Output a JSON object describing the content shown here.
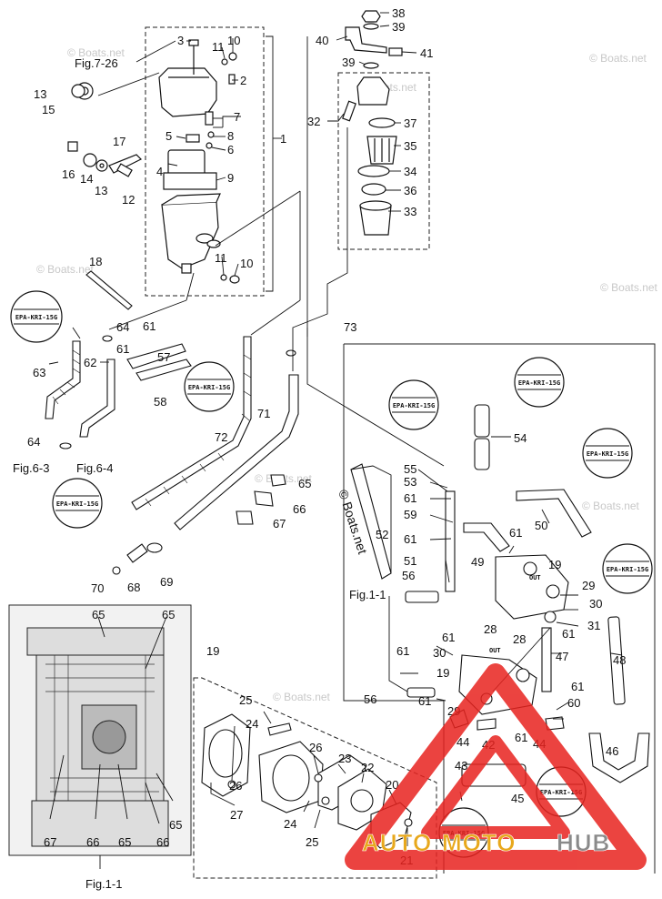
{
  "diagram": {
    "callouts": [
      {
        "id": "c38",
        "text": "38"
      },
      {
        "id": "c39a",
        "text": "39"
      },
      {
        "id": "c40",
        "text": "40"
      },
      {
        "id": "c41",
        "text": "41"
      },
      {
        "id": "c39b",
        "text": "39"
      },
      {
        "id": "c32",
        "text": "32"
      },
      {
        "id": "c37",
        "text": "37"
      },
      {
        "id": "c35",
        "text": "35"
      },
      {
        "id": "c34",
        "text": "34"
      },
      {
        "id": "c36",
        "text": "36"
      },
      {
        "id": "c33",
        "text": "33"
      },
      {
        "id": "c3",
        "text": "3"
      },
      {
        "id": "c11a",
        "text": "11"
      },
      {
        "id": "c10a",
        "text": "10"
      },
      {
        "id": "c2",
        "text": "2"
      },
      {
        "id": "c1",
        "text": "1"
      },
      {
        "id": "c7",
        "text": "7"
      },
      {
        "id": "c5",
        "text": "5"
      },
      {
        "id": "c8",
        "text": "8"
      },
      {
        "id": "c6",
        "text": "6"
      },
      {
        "id": "c4",
        "text": "4"
      },
      {
        "id": "c9",
        "text": "9"
      },
      {
        "id": "c13a",
        "text": "13"
      },
      {
        "id": "c15",
        "text": "15"
      },
      {
        "id": "c17",
        "text": "17"
      },
      {
        "id": "c16",
        "text": "16"
      },
      {
        "id": "c14",
        "text": "14"
      },
      {
        "id": "c13b",
        "text": "13"
      },
      {
        "id": "c12",
        "text": "12"
      },
      {
        "id": "c11b",
        "text": "11"
      },
      {
        "id": "c10b",
        "text": "10"
      },
      {
        "id": "c18",
        "text": "18"
      },
      {
        "id": "c64a",
        "text": "64"
      },
      {
        "id": "c61a",
        "text": "61"
      },
      {
        "id": "c61b",
        "text": "61"
      },
      {
        "id": "c57",
        "text": "57"
      },
      {
        "id": "c58",
        "text": "58"
      },
      {
        "id": "c63",
        "text": "63"
      },
      {
        "id": "c62",
        "text": "62"
      },
      {
        "id": "c64b",
        "text": "64"
      },
      {
        "id": "c73",
        "text": "73"
      },
      {
        "id": "c71",
        "text": "71"
      },
      {
        "id": "c72",
        "text": "72"
      },
      {
        "id": "c65a",
        "text": "65"
      },
      {
        "id": "c66a",
        "text": "66"
      },
      {
        "id": "c67a",
        "text": "67"
      },
      {
        "id": "c70",
        "text": "70"
      },
      {
        "id": "c68",
        "text": "68"
      },
      {
        "id": "c69",
        "text": "69"
      },
      {
        "id": "c54",
        "text": "54"
      },
      {
        "id": "c55",
        "text": "55"
      },
      {
        "id": "c53",
        "text": "53"
      },
      {
        "id": "c61c",
        "text": "61"
      },
      {
        "id": "c59",
        "text": "59"
      },
      {
        "id": "c61d",
        "text": "61"
      },
      {
        "id": "c52",
        "text": "52"
      },
      {
        "id": "c51",
        "text": "51"
      },
      {
        "id": "c50",
        "text": "50"
      },
      {
        "id": "c61e",
        "text": "61"
      },
      {
        "id": "c49",
        "text": "49"
      },
      {
        "id": "c19a",
        "text": "19"
      },
      {
        "id": "c29a",
        "text": "29"
      },
      {
        "id": "c30a",
        "text": "30"
      },
      {
        "id": "c31",
        "text": "31"
      },
      {
        "id": "c56a",
        "text": "56"
      },
      {
        "id": "c28a",
        "text": "28"
      },
      {
        "id": "c61f",
        "text": "61"
      },
      {
        "id": "c47",
        "text": "47"
      },
      {
        "id": "c48",
        "text": "48"
      },
      {
        "id": "c61g",
        "text": "61"
      },
      {
        "id": "c30b",
        "text": "30"
      },
      {
        "id": "c28b",
        "text": "28"
      },
      {
        "id": "c61h",
        "text": "61"
      },
      {
        "id": "c19b",
        "text": "19"
      },
      {
        "id": "c56b",
        "text": "56"
      },
      {
        "id": "c61i",
        "text": "61"
      },
      {
        "id": "c29b",
        "text": "29"
      },
      {
        "id": "c61j",
        "text": "61"
      },
      {
        "id": "c60",
        "text": "60"
      },
      {
        "id": "c44a",
        "text": "44"
      },
      {
        "id": "c42",
        "text": "42"
      },
      {
        "id": "c61k",
        "text": "61"
      },
      {
        "id": "c44b",
        "text": "44"
      },
      {
        "id": "c46",
        "text": "46"
      },
      {
        "id": "c43",
        "text": "43"
      },
      {
        "id": "c45",
        "text": "45"
      },
      {
        "id": "c19c",
        "text": "19"
      },
      {
        "id": "c25a",
        "text": "25"
      },
      {
        "id": "c24a",
        "text": "24"
      },
      {
        "id": "c26a",
        "text": "26"
      },
      {
        "id": "c27",
        "text": "27"
      },
      {
        "id": "c26b",
        "text": "26"
      },
      {
        "id": "c23",
        "text": "23"
      },
      {
        "id": "c22",
        "text": "22"
      },
      {
        "id": "c24b",
        "text": "24"
      },
      {
        "id": "c20",
        "text": "20"
      },
      {
        "id": "c25b",
        "text": "25"
      },
      {
        "id": "c21",
        "text": "21"
      },
      {
        "id": "c65b",
        "text": "65"
      },
      {
        "id": "c65c",
        "text": "65"
      },
      {
        "id": "c65d",
        "text": "65"
      },
      {
        "id": "c65e",
        "text": "65"
      },
      {
        "id": "c67b",
        "text": "67"
      },
      {
        "id": "c66b",
        "text": "66"
      },
      {
        "id": "c66c",
        "text": "66"
      }
    ],
    "figure_refs": {
      "fig7_26": "Fig.7-26",
      "fig6_3": "Fig.6-3",
      "fig6_4": "Fig.6-4",
      "fig1_1_inner": "Fig.1-1",
      "fig1_1_bottom": "Fig.1-1"
    },
    "epa_tag": "EPA-KRI-15G",
    "watermark": "© Boats.net",
    "center_watermark": "© Boats.net",
    "out_marks": [
      "OUT",
      "OUT"
    ]
  },
  "brand": {
    "part1": "AUTO",
    "part2": "MOTO",
    "part3": "HUB",
    "color_accent": "#e8231f",
    "color_gold": "#e8a81c"
  }
}
